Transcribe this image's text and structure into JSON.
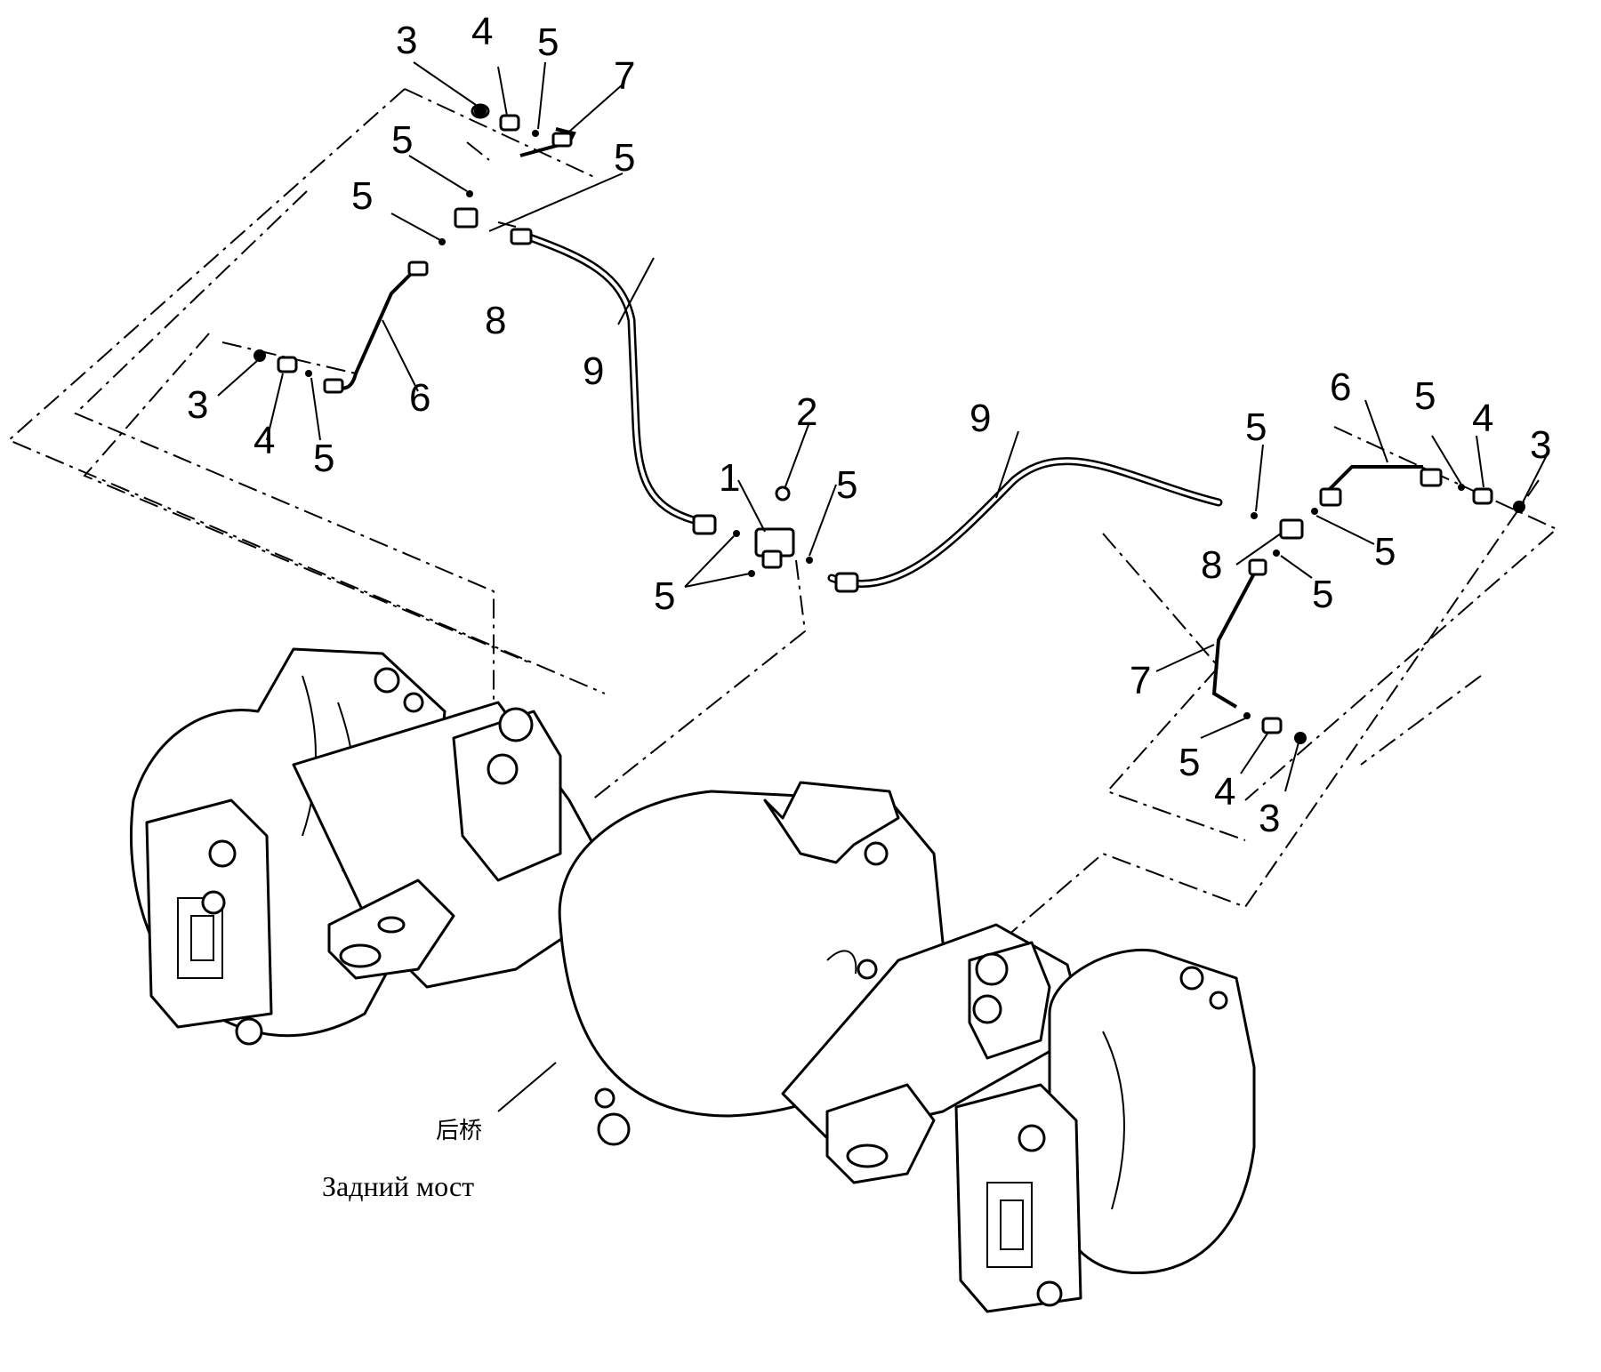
{
  "diagram": {
    "caption": "Задний мост",
    "chinese_label": "后桥",
    "callouts": [
      {
        "id": "c-3-top",
        "text": "3"
      },
      {
        "id": "c-4-top",
        "text": "4"
      },
      {
        "id": "c-5-top",
        "text": "5"
      },
      {
        "id": "c-7-top",
        "text": "7"
      },
      {
        "id": "c-5-upleft-a",
        "text": "5"
      },
      {
        "id": "c-5-upleft-b",
        "text": "5"
      },
      {
        "id": "c-5-upleft-c",
        "text": "5"
      },
      {
        "id": "c-8-left",
        "text": "8"
      },
      {
        "id": "c-9-left",
        "text": "9"
      },
      {
        "id": "c-3-left",
        "text": "3"
      },
      {
        "id": "c-4-left",
        "text": "4"
      },
      {
        "id": "c-5-left",
        "text": "5"
      },
      {
        "id": "c-6-left",
        "text": "6"
      },
      {
        "id": "c-1-center",
        "text": "1"
      },
      {
        "id": "c-2-center",
        "text": "2"
      },
      {
        "id": "c-5-center-right",
        "text": "5"
      },
      {
        "id": "c-5-center-left",
        "text": "5"
      },
      {
        "id": "c-9-right",
        "text": "9"
      },
      {
        "id": "c-5-right-a",
        "text": "5"
      },
      {
        "id": "c-6-right",
        "text": "6"
      },
      {
        "id": "c-5-right-b",
        "text": "5"
      },
      {
        "id": "c-4-right",
        "text": "4"
      },
      {
        "id": "c-3-right",
        "text": "3"
      },
      {
        "id": "c-5-right-c",
        "text": "5"
      },
      {
        "id": "c-8-right",
        "text": "8"
      },
      {
        "id": "c-5-right-d",
        "text": "5"
      },
      {
        "id": "c-7-right",
        "text": "7"
      },
      {
        "id": "c-5-lower-right",
        "text": "5"
      },
      {
        "id": "c-4-lower-right",
        "text": "4"
      },
      {
        "id": "c-3-lower-right",
        "text": "3"
      }
    ]
  }
}
